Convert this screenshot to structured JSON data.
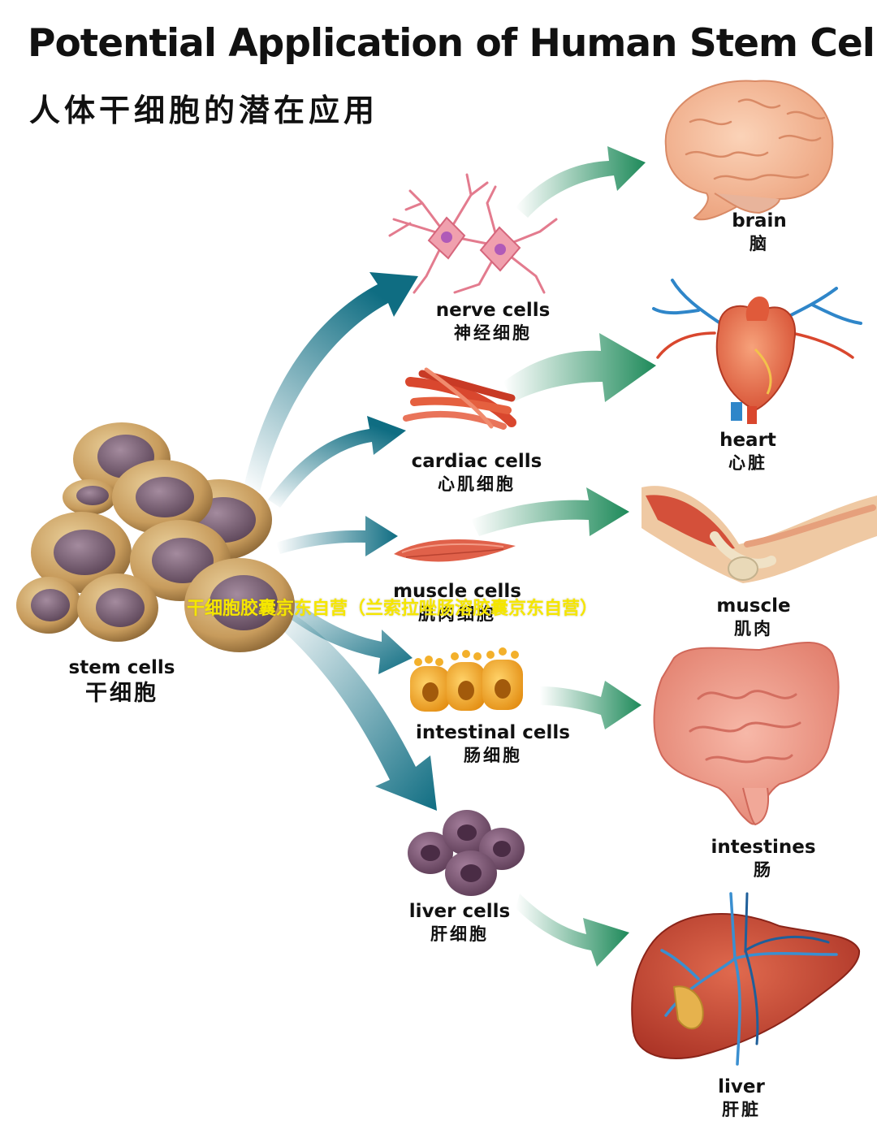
{
  "title": {
    "english": "Potential Application of Human Stem Cells",
    "chinese": "人体干细胞的潜在应用"
  },
  "source": {
    "label_en": "stem cells",
    "label_zh": "干细胞"
  },
  "cell_types": [
    {
      "id": "nerve",
      "label_en": "nerve cells",
      "label_zh": "神经细胞"
    },
    {
      "id": "cardiac",
      "label_en": "cardiac cells",
      "label_zh": "心肌细胞"
    },
    {
      "id": "muscle",
      "label_en": "muscle cells",
      "label_zh": "肌肉细胞"
    },
    {
      "id": "intestinal",
      "label_en": "intestinal cells",
      "label_zh": "肠细胞"
    },
    {
      "id": "liver",
      "label_en": "liver cells",
      "label_zh": "肝细胞"
    }
  ],
  "organs": [
    {
      "id": "brain",
      "label_en": "brain",
      "label_zh": "脑"
    },
    {
      "id": "heart",
      "label_en": "heart",
      "label_zh": "心脏"
    },
    {
      "id": "muscle",
      "label_en": "muscle",
      "label_zh": "肌肉"
    },
    {
      "id": "intestines",
      "label_en": "intestines",
      "label_zh": "肠"
    },
    {
      "id": "liver",
      "label_en": "liver",
      "label_zh": "肝脏"
    }
  ],
  "watermark": "干细胞胶囊京东自营（兰索拉唑肠溶胶囊京东自营）",
  "colors": {
    "arrow_teal": "#0f6d82",
    "arrow_green": "#1e8a5a",
    "stem_cell": "#c79b5c",
    "nucleus": "#7e6678",
    "watermark": "#f5e600"
  }
}
